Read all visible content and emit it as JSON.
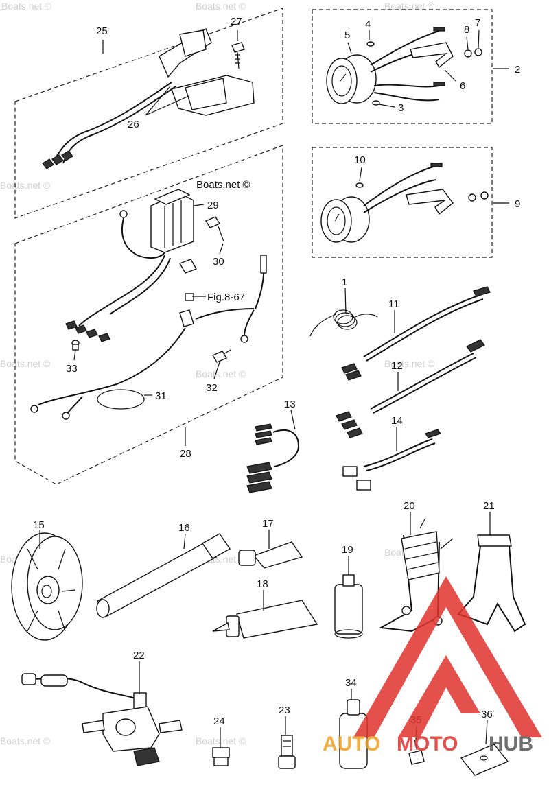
{
  "labels": {
    "n1": "1",
    "n2": "2",
    "n3": "3",
    "n4": "4",
    "n5": "5",
    "n6": "6",
    "n7": "7",
    "n8": "8",
    "n9": "9",
    "n10": "10",
    "n11": "11",
    "n12": "12",
    "n13": "13",
    "n14": "14",
    "n15": "15",
    "n16": "16",
    "n17": "17",
    "n18": "18",
    "n19": "19",
    "n20": "20",
    "n21": "21",
    "n22": "22",
    "n23": "23",
    "n24": "24",
    "n25": "25",
    "n26": "26",
    "n27": "27",
    "n28": "28",
    "n29": "29",
    "n30": "30",
    "n31": "31",
    "n32": "32",
    "n33": "33",
    "n34": "34",
    "n35": "35",
    "n36": "36"
  },
  "fig_ref": "Fig.8-67",
  "watermark": {
    "text": "Boats.net ©",
    "text_plain": "Boats.net ©"
  },
  "logo": {
    "text_auto": "AUTO",
    "text_moto": "MOTO",
    "text_hub": "HUB",
    "color_red": "#e0322c",
    "color_orange": "#f0a020",
    "color_gray": "#555555"
  }
}
